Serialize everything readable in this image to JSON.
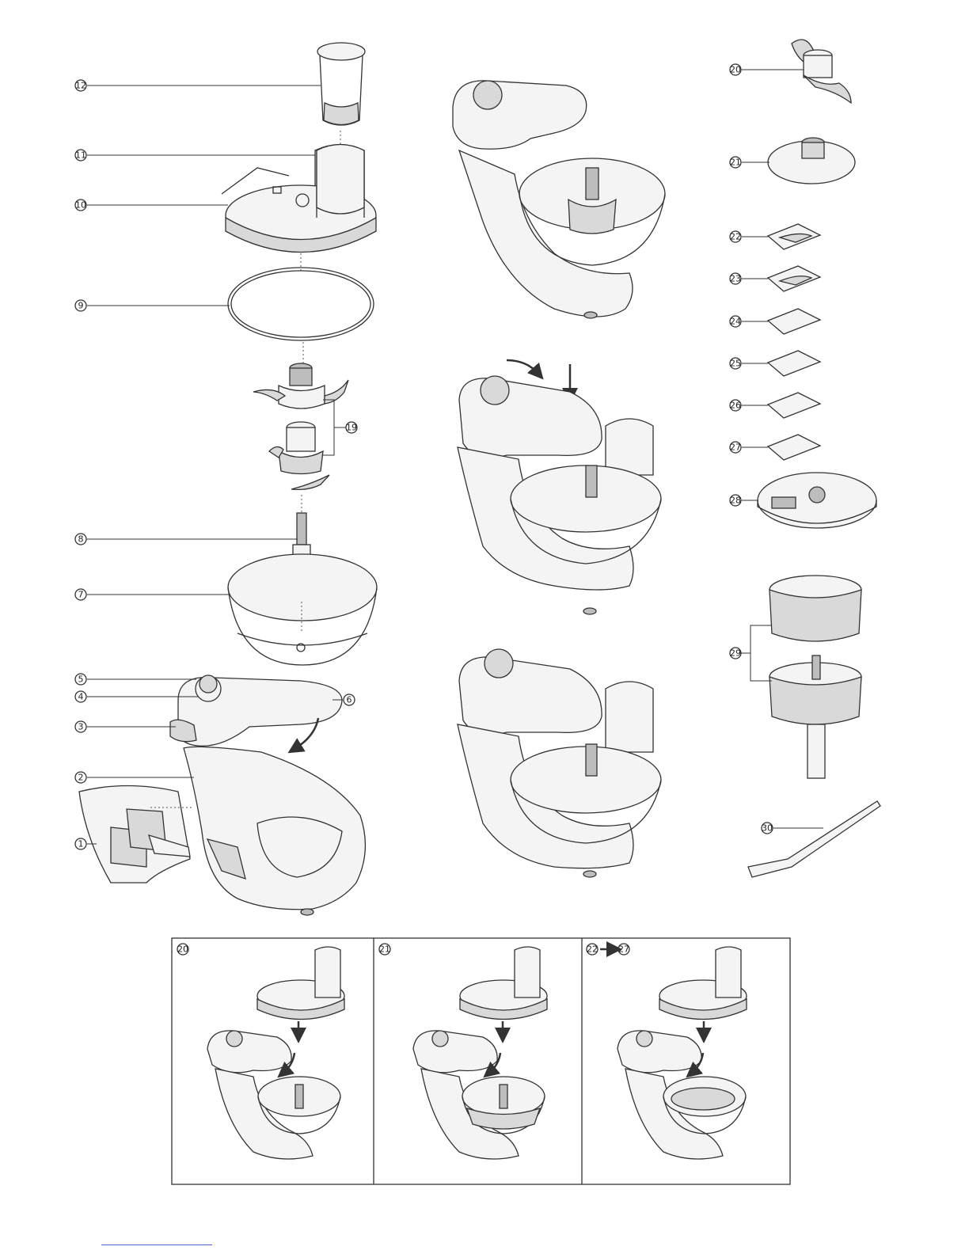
{
  "parts_left": [
    {
      "id": "part-12",
      "number": "12"
    },
    {
      "id": "part-11",
      "number": "11"
    },
    {
      "id": "part-10",
      "number": "10"
    },
    {
      "id": "part-9",
      "number": "9"
    },
    {
      "id": "part-19",
      "number": "19"
    },
    {
      "id": "part-8",
      "number": "8"
    },
    {
      "id": "part-7",
      "number": "7"
    },
    {
      "id": "part-5",
      "number": "5"
    },
    {
      "id": "part-4",
      "number": "4"
    },
    {
      "id": "part-6",
      "number": "6"
    },
    {
      "id": "part-3",
      "number": "3"
    },
    {
      "id": "part-2",
      "number": "2"
    },
    {
      "id": "part-1",
      "number": "1"
    }
  ],
  "parts_right": [
    {
      "id": "part-20",
      "number": "20"
    },
    {
      "id": "part-21",
      "number": "21"
    },
    {
      "id": "part-22",
      "number": "22"
    },
    {
      "id": "part-23",
      "number": "23"
    },
    {
      "id": "part-24",
      "number": "24"
    },
    {
      "id": "part-25",
      "number": "25"
    },
    {
      "id": "part-26",
      "number": "26"
    },
    {
      "id": "part-27",
      "number": "27"
    },
    {
      "id": "part-28",
      "number": "28"
    },
    {
      "id": "part-29",
      "number": "29"
    },
    {
      "id": "part-30",
      "number": "30"
    }
  ],
  "panels": [
    {
      "label_start": "20",
      "label_end": ""
    },
    {
      "label_start": "21",
      "label_end": ""
    },
    {
      "label_start": "22",
      "label_end": "27"
    }
  ]
}
